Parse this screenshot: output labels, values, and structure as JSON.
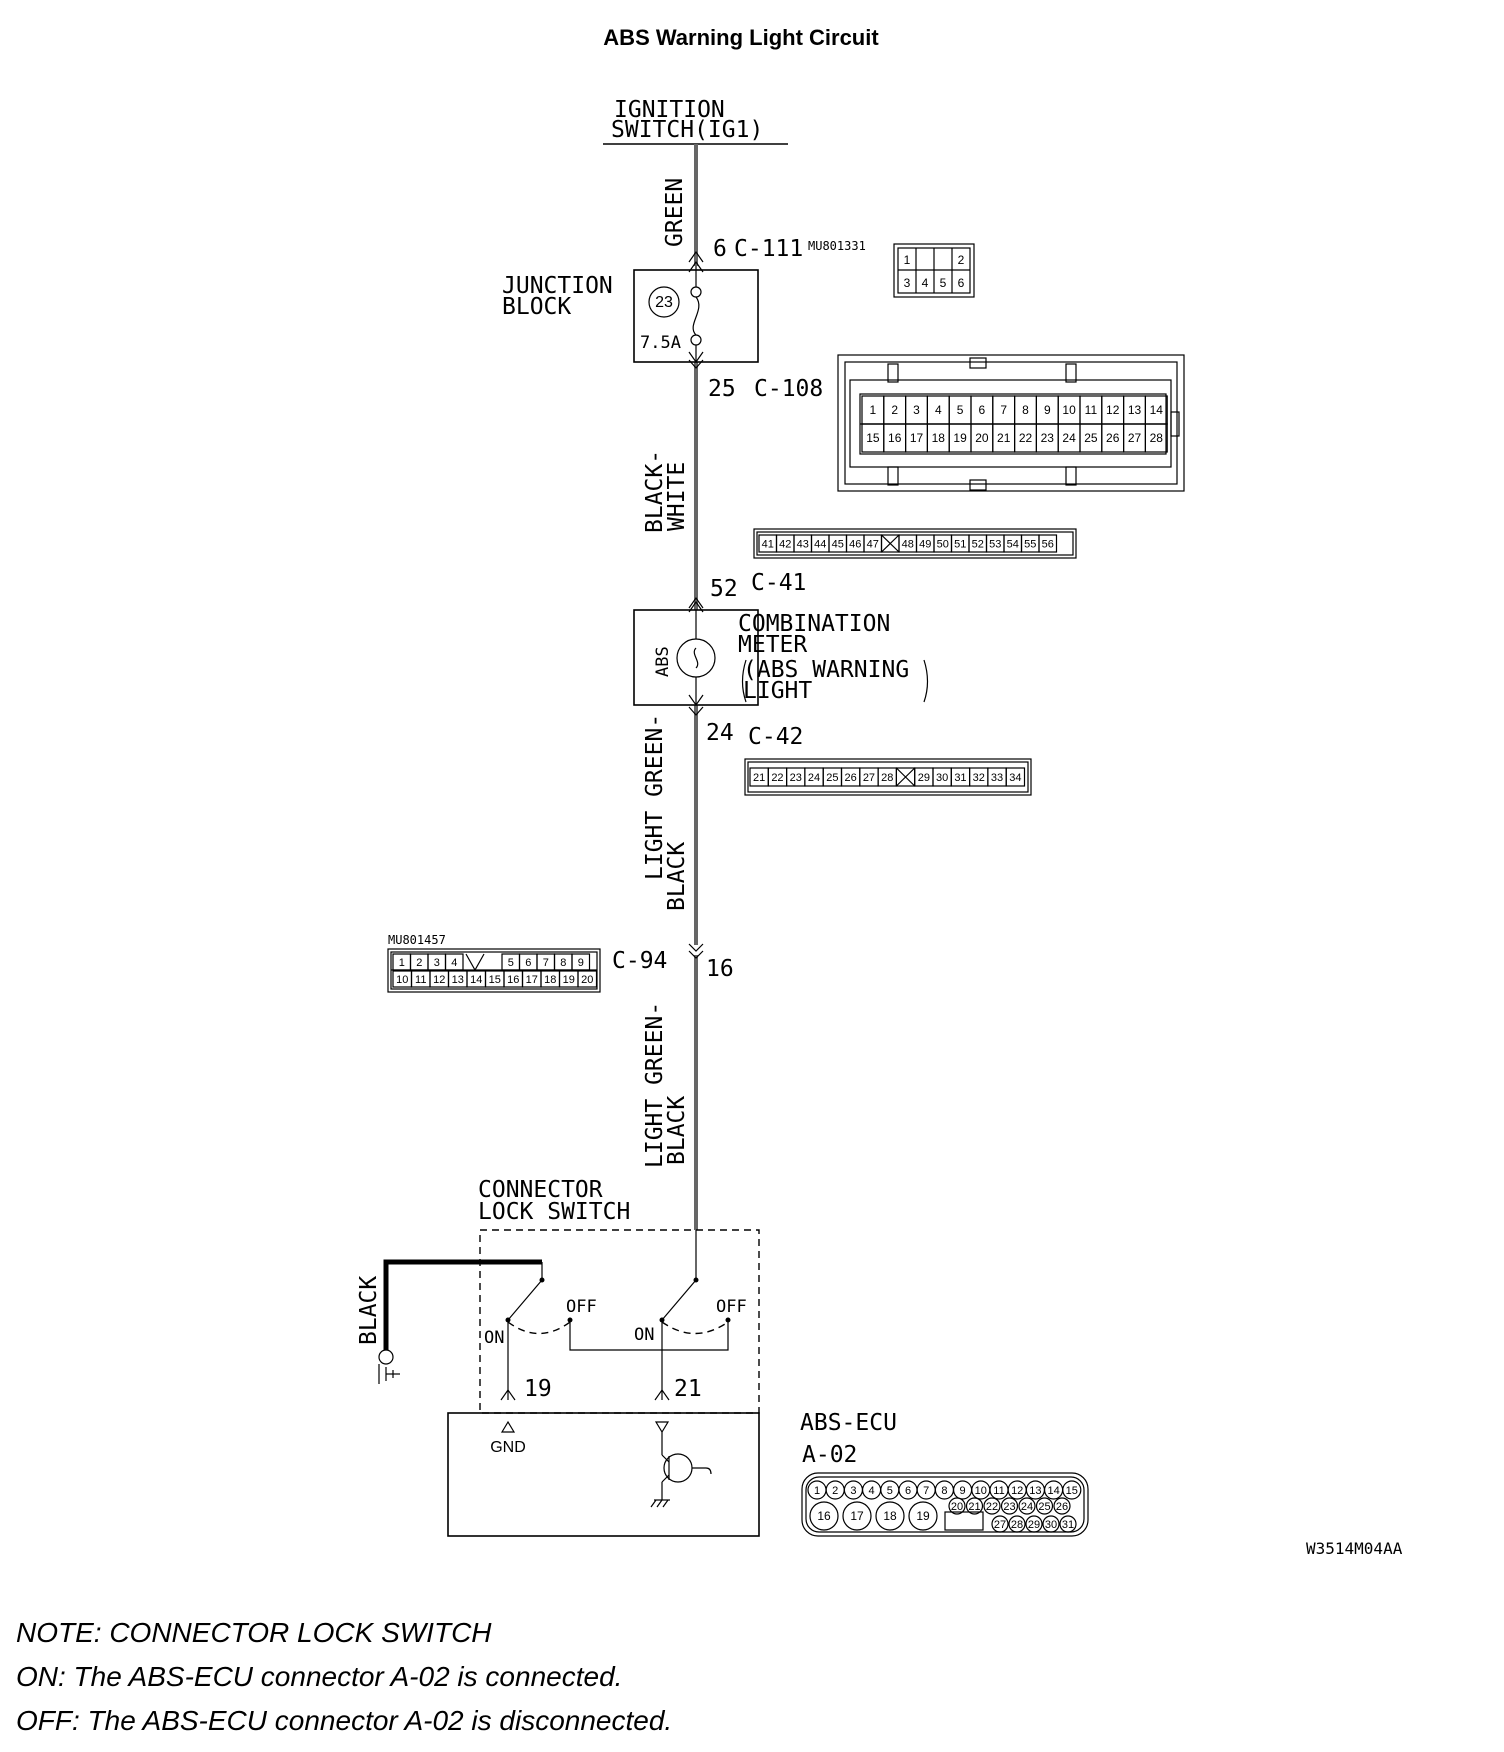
{
  "title": "ABS Warning Light Circuit",
  "source": {
    "line1": "IGNITION",
    "line2": "SWITCH(IG1)"
  },
  "wires": {
    "w1": "GREEN",
    "w2": {
      "line1": "BLACK-",
      "line2": "WHITE"
    },
    "w3": {
      "line1": "LIGHT GREEN-",
      "line2": "BLACK"
    },
    "w4": {
      "line1": "LIGHT GREEN-",
      "line2": "BLACK"
    },
    "ground": "BLACK"
  },
  "junction_block": {
    "line1": "JUNCTION",
    "line2": "BLOCK",
    "fuse_no": "23",
    "fuse_rating": "7.5A"
  },
  "connectors": {
    "c111": {
      "pin": "6",
      "name": "C-111",
      "part_no": "MU801331",
      "pins": [
        "1",
        "2",
        "3",
        "4",
        "5",
        "6"
      ]
    },
    "c108": {
      "pin": "25",
      "name": "C-108",
      "row1": [
        "1",
        "2",
        "3",
        "4",
        "5",
        "6",
        "7",
        "8",
        "9",
        "10",
        "11",
        "12",
        "13",
        "14"
      ],
      "row2": [
        "15",
        "16",
        "17",
        "18",
        "19",
        "20",
        "21",
        "22",
        "23",
        "24",
        "25",
        "26",
        "27",
        "28"
      ]
    },
    "c41": {
      "pin": "52",
      "name": "C-41",
      "pins": [
        "41",
        "42",
        "43",
        "44",
        "45",
        "46",
        "47",
        "48",
        "49",
        "50",
        "51",
        "52",
        "53",
        "54",
        "55",
        "56"
      ]
    },
    "c42": {
      "pin": "24",
      "name": "C-42",
      "pins": [
        "21",
        "22",
        "23",
        "24",
        "25",
        "26",
        "27",
        "28",
        "29",
        "30",
        "31",
        "32",
        "33",
        "34"
      ]
    },
    "c94": {
      "pin": "16",
      "name": "C-94",
      "part_no": "MU801457",
      "row1": [
        "1",
        "2",
        "3",
        "4",
        "5",
        "6",
        "7",
        "8",
        "9"
      ],
      "row2": [
        "10",
        "11",
        "12",
        "13",
        "14",
        "15",
        "16",
        "17",
        "18",
        "19",
        "20"
      ]
    },
    "a02": {
      "row1": [
        "1",
        "2",
        "3",
        "4",
        "5",
        "6",
        "7",
        "8",
        "9",
        "10",
        "11",
        "12",
        "13",
        "14",
        "15"
      ],
      "big": [
        "16",
        "17",
        "18",
        "19"
      ],
      "row2": [
        "20",
        "21",
        "22",
        "23",
        "24",
        "25",
        "26"
      ],
      "row3": [
        "27",
        "28",
        "29",
        "30",
        "31"
      ]
    }
  },
  "meter": {
    "line1": "COMBINATION",
    "line2": "METER",
    "line3": "(ABS WARNING",
    "line4": "LIGHT",
    "badge": "ABS"
  },
  "lock_switch": {
    "line1": "CONNECTOR",
    "line2": "LOCK SWITCH",
    "on": "ON",
    "off": "OFF"
  },
  "ecu": {
    "name": "ABS-ECU",
    "connector": "A-02",
    "pin_gnd": "19",
    "pin_out": "21",
    "gnd_label": "GND"
  },
  "diagram_code": "W3514M04AA",
  "notes": [
    "NOTE: CONNECTOR LOCK SWITCH",
    "ON: The ABS-ECU connector A-02 is connected.",
    "OFF: The ABS-ECU connector A-02 is disconnected."
  ]
}
